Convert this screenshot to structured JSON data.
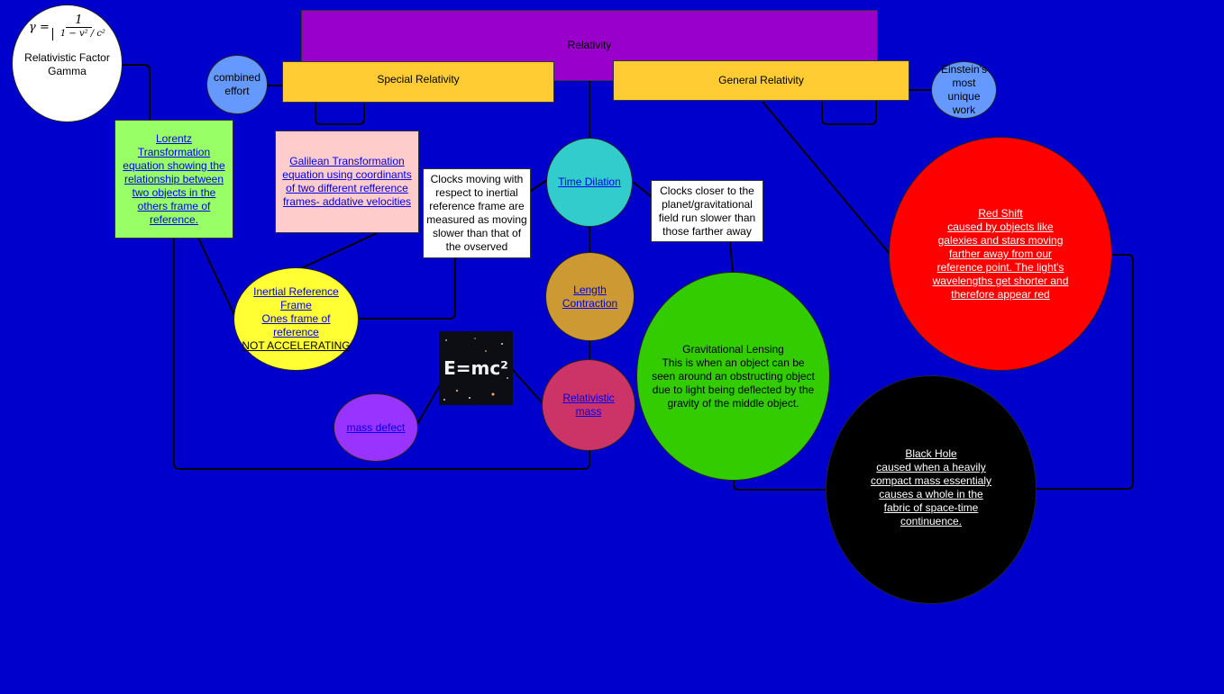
{
  "colors": {
    "background": "#0000cc",
    "relativity": "#9900cc",
    "special": "#ffcc33",
    "general": "#ffcc33",
    "combined": "#6699ff",
    "einstein": "#6699ff",
    "lorentz": "#99ff66",
    "galilean": "#ffcccc",
    "time_dilation": "#33cccc",
    "length": "#cc9933",
    "rel_mass": "#cc3366",
    "inertial": "#ffff33",
    "mass_defect": "#9933ff",
    "grav_lensing": "#33cc00",
    "red_shift": "#ff0000",
    "black_hole": "#000000"
  },
  "nodes": {
    "relativity": "Relativity",
    "special_relativity": "Special Relativity",
    "general_relativity": "General Relativity",
    "combined_effort": "combined effort",
    "einstein": "Einstein's most unique work",
    "gamma_formula_lhs": "γ =",
    "gamma_formula_num": "1",
    "gamma_formula_den": "1 − v² / c²",
    "gamma_label": "Relativistic Factor Gamma",
    "lorentz": "Lorentz Transformation equation showing the relationship between two objects in the others frame of reference.",
    "galilean": "Galilean Transformation equation using coordinants of two different refference frames- addative velocities",
    "clocks_inertial": "Clocks moving with respect to inertial reference frame are measured as moving slower than that of the ovserved",
    "time_dilation": "Time Dilation",
    "clocks_gravity": "Clocks closer to the planet/gravitational field run slower than those farther away",
    "length_contraction": "Length Contraction",
    "inertial_title": "Inertial Reference Frame",
    "inertial_body": "Ones frame of reference",
    "inertial_emph": "NOT ACCELERATING",
    "emc2": "E=mc²",
    "relativistic_mass": "Relativistic mass",
    "mass_defect": "mass defect",
    "grav_title": "Gravitational Lensing",
    "grav_body": "This is when an object can be seen around an obstructing object due to light being deflected by the gravity of the middle object.",
    "red_title": "Red Shift",
    "red_body": "caused by objects like galexies and stars moving farther away from our reference point. The light's wavelengths get shorter and therefore appear red",
    "black_title": "Black Hole",
    "black_body": "caused when a heavily compact mass essentialy causes a whole in the fabric of space-time continuence."
  }
}
